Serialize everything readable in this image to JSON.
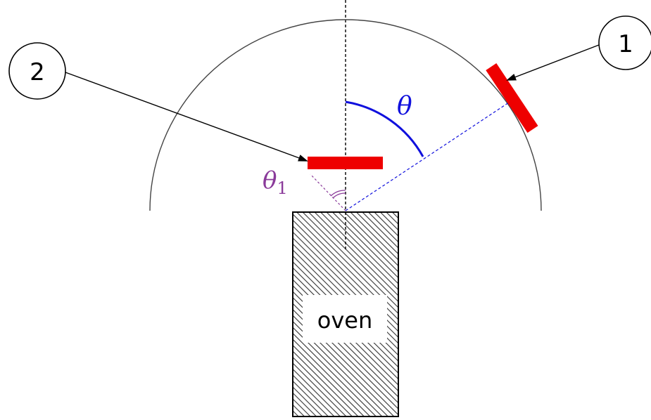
{
  "labels": {
    "detector_1": "1",
    "detector_2": "2",
    "oven": "oven",
    "theta": "θ",
    "theta1_symbol": "θ",
    "theta1_subscript": "1"
  },
  "colors": {
    "detector": "#ee0000",
    "theta_arc": "#1010dd",
    "theta1": "#8a3a9a",
    "outline": "#000000",
    "hatch": "#333333"
  },
  "icons": {
    "oven_fill": "diagonal-hatch"
  }
}
